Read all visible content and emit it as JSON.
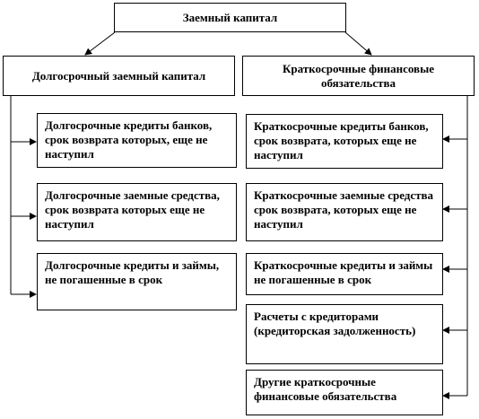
{
  "root": {
    "label": "Заемный капитал"
  },
  "long_term": {
    "title": "Долгосрочный заемный капитал",
    "items": [
      "Долгосрочные кредиты банков, срок возврата которых, еще не наступил",
      "Долгосрочные заемные средства, срок возврата которых еще не наступил",
      "Долгосрочные кредиты и займы, не погашенные в срок"
    ]
  },
  "short_term": {
    "title": "Краткосрочные финансовые обязательства",
    "items": [
      "Краткосрочные кредиты банков, срок возврата, которых еще не наступил",
      "Краткосрочные заемные средства срок возврата, которых еще не наступил",
      "Краткосрочные кредиты и займы не погашенные в срок",
      "Расчеты с кредиторами (кредиторская задолженность)",
      "Другие краткосрочные финансовые обязательства"
    ]
  }
}
